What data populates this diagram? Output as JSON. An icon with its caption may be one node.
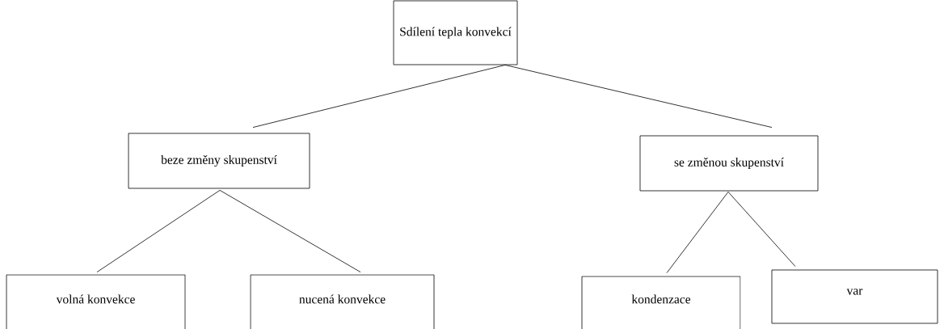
{
  "diagram": {
    "nodes": [
      {
        "text": [
          "Sdílení tepla konvekcí"
        ]
      },
      {
        "text": [
          "beze změny skupenství"
        ]
      },
      {
        "text": [
          "se změnou skupenství"
        ]
      },
      {
        "text": [
          "volná konvekce"
        ]
      },
      {
        "text": [
          "nucená konvekce"
        ]
      },
      {
        "text": [
          "kondenzace"
        ]
      },
      {
        "text": [
          "var"
        ]
      }
    ],
    "edges": [
      {
        "from": 0,
        "to": 1,
        "arrow": "none"
      },
      {
        "from": 0,
        "to": 2,
        "arrow": "none"
      },
      {
        "from": 1,
        "to": 3,
        "arrow": "none"
      },
      {
        "from": 1,
        "to": 4,
        "arrow": "none"
      },
      {
        "from": 2,
        "to": 5,
        "arrow": "none"
      },
      {
        "from": 2,
        "to": 6,
        "arrow": "none"
      }
    ]
  }
}
